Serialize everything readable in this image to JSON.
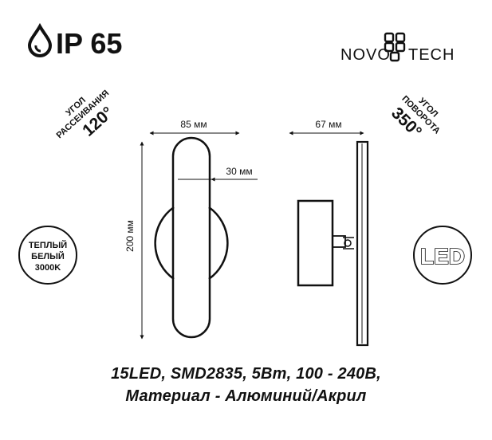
{
  "rating": {
    "label": "IP 65",
    "icon": "water-drop-icon"
  },
  "brand": {
    "name": "NOVOTECH",
    "logo_left": "NOVO",
    "logo_right": "TECH"
  },
  "beam_angle": {
    "line1": "УГОЛ",
    "line2": "РАССЕИВАНИЯ",
    "value": "120°"
  },
  "rotation_angle": {
    "line1": "УГОЛ",
    "line2": "ПОВОРОТА",
    "value": "350°"
  },
  "color_temp_badge": {
    "line1": "ТЕПЛЫЙ",
    "line2": "БЕЛЫЙ",
    "line3": "3000K"
  },
  "led_badge": {
    "label": "LED"
  },
  "dimensions": {
    "width": "85 мм",
    "inner_width": "30 мм",
    "depth": "67 мм",
    "height": "200 мм"
  },
  "specs": {
    "line1": "15LED, SMD2835, 5Вm, 100 - 240В,",
    "line2": "Материал - Алюминий/Акрил"
  },
  "colors": {
    "ink": "#111111",
    "background": "#ffffff"
  }
}
